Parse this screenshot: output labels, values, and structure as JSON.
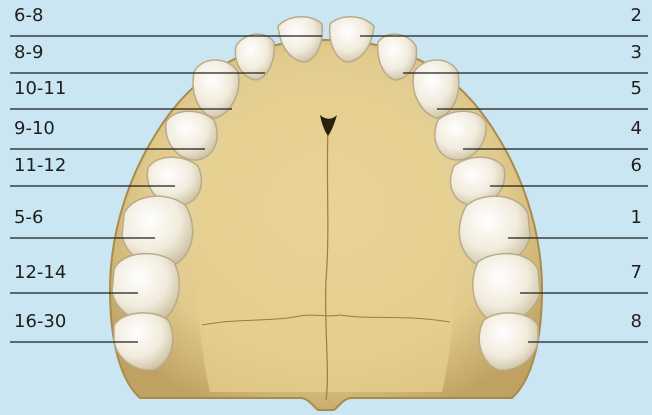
{
  "left_labels": [
    "6-8",
    "8-9",
    "10-11",
    "9-10",
    "11-12",
    "5-6",
    "12-14",
    "16-30"
  ],
  "right_labels": [
    "2",
    "3",
    "5",
    "4",
    "6",
    "1",
    "7",
    "8"
  ],
  "colors": {
    "background": "#c9e6f2",
    "bone": "#e9d6a0",
    "bone_shadow": "#b99b54",
    "tooth": "#f4efe2",
    "tooth_shadow": "#cfc6b0",
    "leader_line": "#1f1f1f"
  }
}
